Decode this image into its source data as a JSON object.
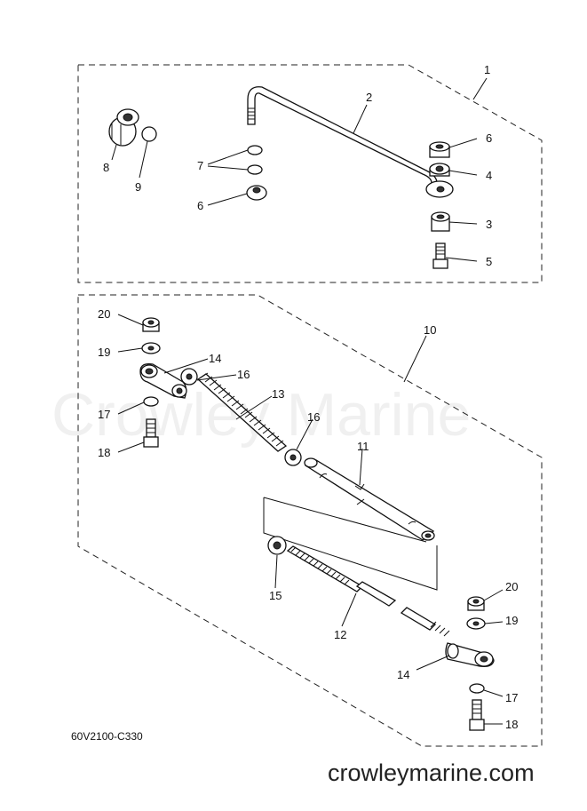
{
  "diagram": {
    "drawing_code": "60V2100-C330",
    "watermark": "Crowley Marine",
    "site": "crowleymarine.com",
    "callouts": {
      "c1": "1",
      "c2": "2",
      "c3": "3",
      "c4": "4",
      "c5": "5",
      "c6a": "6",
      "c6b": "6",
      "c7": "7",
      "c8": "8",
      "c9": "9",
      "c10": "10",
      "c11": "11",
      "c12": "12",
      "c13": "13",
      "c14a": "14",
      "c14b": "14",
      "c15": "15",
      "c16a": "16",
      "c16b": "16",
      "c17a": "17",
      "c17b": "17",
      "c18a": "18",
      "c18b": "18",
      "c19a": "19",
      "c19b": "19",
      "c20a": "20",
      "c20b": "20"
    }
  }
}
